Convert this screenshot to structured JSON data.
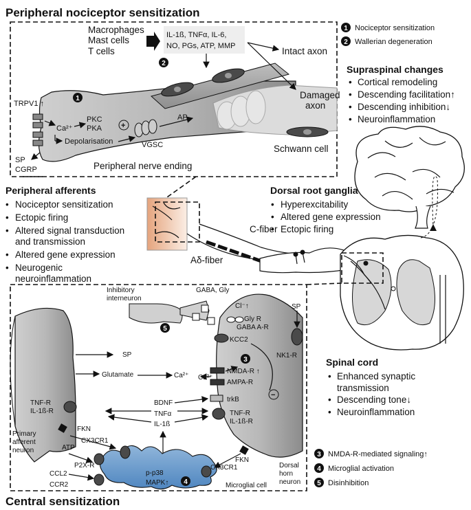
{
  "titles": {
    "peripheral": "Peripheral nociceptor sensitization",
    "central": "Central sensitization"
  },
  "legend_top": [
    {
      "num": "1",
      "text": "Nociceptor sensitization"
    },
    {
      "num": "2",
      "text": "Wallerian degeneration"
    }
  ],
  "legend_bottom": [
    {
      "num": "3",
      "text": "NMDA-R-mediated signaling↑"
    },
    {
      "num": "4",
      "text": "Microglial activation"
    },
    {
      "num": "5",
      "text": "Disinhibition"
    }
  ],
  "immune": {
    "cells": [
      "Macrophages",
      "Mast cells",
      "T cells"
    ],
    "mediators_line1": "IL-1ß, TNFα, IL-6,",
    "mediators_line2": "NO, PGs, ATP, MMP",
    "intact": "Intact axon",
    "damaged1": "Damaged",
    "damaged2": "axon",
    "schwann": "Schwann cell"
  },
  "nociceptor": {
    "trpv1": "TRPV1 ↑",
    "ca": "Ca²⁺",
    "pkc": "PKC",
    "pka": "PKA",
    "depol": "Depolarisation",
    "plus": "+",
    "vgsc": "VGSC",
    "ap": "AP",
    "sp": "SP",
    "cgrp": "CGRP",
    "ending": "Peripheral nerve ending"
  },
  "supraspinal": {
    "title": "Supraspinal changes",
    "items": [
      "Cortical remodeling",
      "Descending facilitation↑",
      "Descending inhibition↓",
      "Neuroinflammation"
    ]
  },
  "afferents": {
    "title": "Peripheral afferents",
    "items": [
      "Nociceptor sensitization",
      "Ectopic firing",
      "Altered signal transduction",
      "Altered gene expression",
      "Neurogenic"
    ],
    "cont": [
      "and transmission",
      "neuroinflammation"
    ]
  },
  "drg": {
    "title": "Dorsal root ganglia",
    "items": [
      "Hyperexcitability",
      "Altered gene expression",
      "Ectopic firing"
    ]
  },
  "fibers": {
    "c": "C-fiber",
    "ad": "Aδ-fiber"
  },
  "spinal": {
    "title": "Spinal cord",
    "items": [
      "Enhanced synaptic",
      "Descending tone↓",
      "Neuroinflammation"
    ],
    "cont": [
      "transmission"
    ]
  },
  "central": {
    "inhib1": "Inhibitory",
    "inhib2": "interneuron",
    "gaba_gly": "GABA, Gly",
    "cl": "Cl⁻↑",
    "glyr": "Gly R",
    "gabaar": "GABA A-R",
    "kcc2": "KCC2",
    "sp_top": "SP",
    "nk1r": "NK1-R",
    "sp": "SP",
    "glutamate": "Glutamate",
    "ca": "Ca²⁺",
    "nmdar": "NMDA-R ↑",
    "ampar": "AMPA-R",
    "trkb": "trkB",
    "minus": "−",
    "bdnf": "BDNF",
    "tnfa": "TNFα",
    "il1b": "IL-1ß",
    "tnfr_l1": "TNF-R",
    "tnfr_l2": "IL-1ß-R",
    "tnfr_r1": "TNF-R",
    "tnfr_r2": "IL-1ß-R",
    "fkn_l": "FKN",
    "cx3cr1_top": "CX3CR1",
    "atp": "ATP",
    "p2xr": "P2X-R",
    "ccl2": "CCL2",
    "ccr2": "CCR2",
    "pp38": "p-p38",
    "mapk": "MAPK↑",
    "cx3cr1_r": "CX3CR1",
    "fkn_r": "FKN",
    "microglia": "Microglial cell",
    "primary1": "Primary",
    "primary2": "afferent",
    "primary3": "neuron",
    "dorsal1": "Dorsal",
    "dorsal2": "horn",
    "dorsal3": "neuron"
  }
}
